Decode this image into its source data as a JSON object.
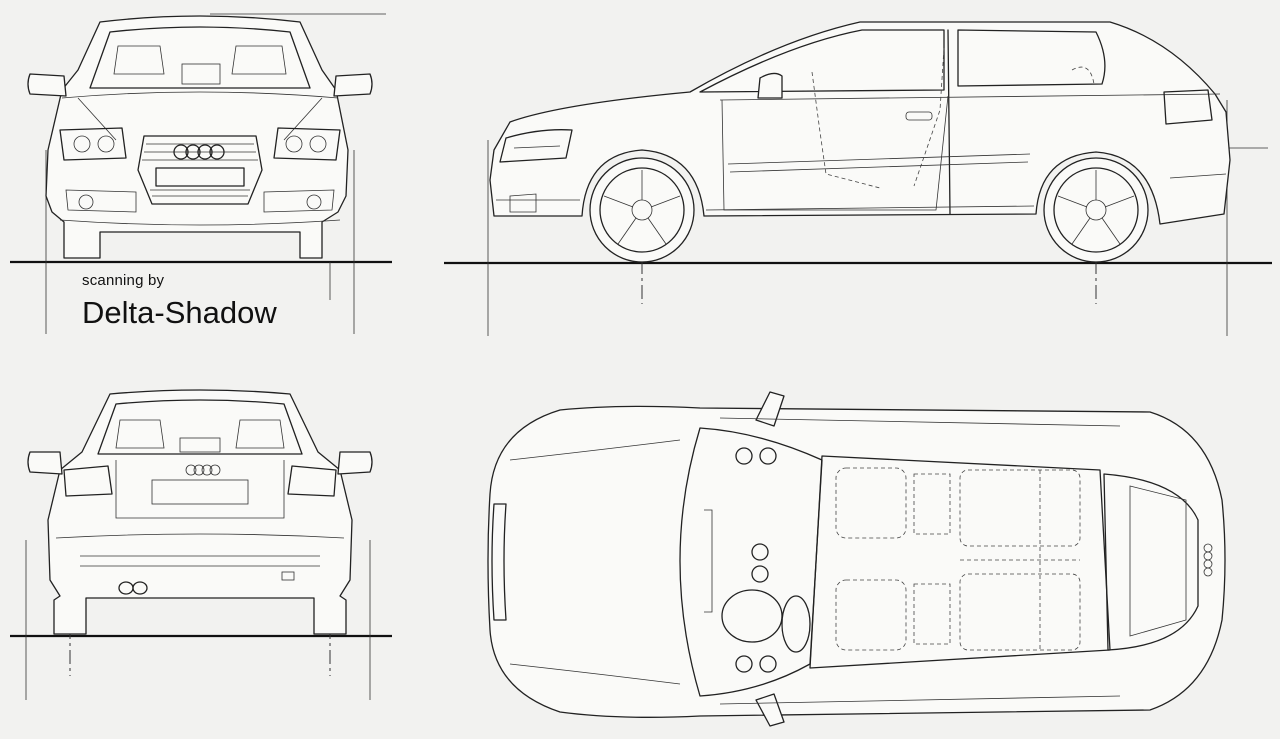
{
  "credit": {
    "line1": "scanning by",
    "line2": "Delta-Shadow"
  },
  "views": [
    "front-view",
    "side-view",
    "rear-view",
    "top-view"
  ],
  "colors": {
    "paper": "#f2f2f0",
    "ink": "#222222"
  },
  "icons": [
    "four-rings-logo"
  ]
}
